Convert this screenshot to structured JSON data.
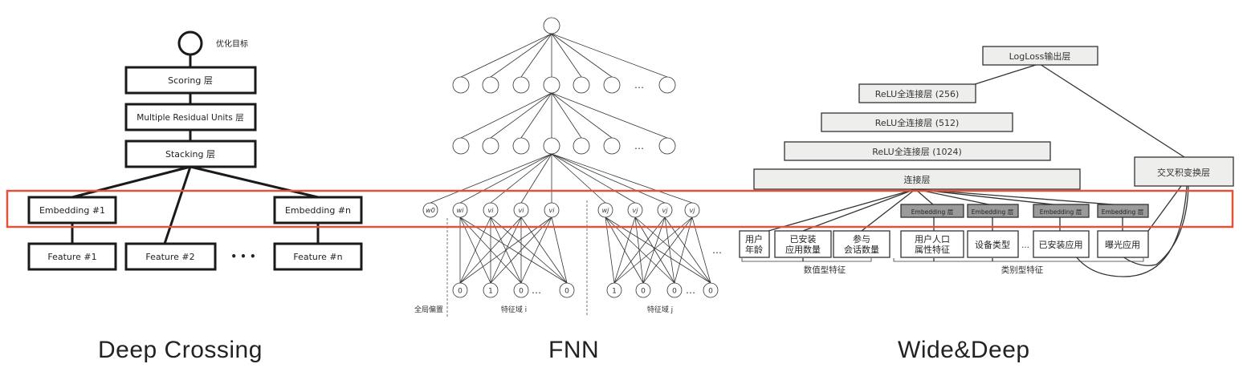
{
  "deep_crossing": {
    "title": "Deep Crossing",
    "objective": "优化目标",
    "scoring": "Scoring 层",
    "residual": "Multiple Residual Units 层",
    "stacking": "Stacking 层",
    "embedding_1": "Embedding #1",
    "embedding_n": "Embedding #n",
    "feature_1": "Feature #1",
    "feature_2": "Feature #2",
    "feature_n": "Feature #n",
    "ellipsis": "• • •"
  },
  "fnn": {
    "title": "FNN",
    "ellipsis": "…",
    "w0": "w0",
    "wi": "wi",
    "wj": "wj",
    "vi": "vi",
    "vj": "vj",
    "inputs_i": [
      "0",
      "1",
      "0",
      "0"
    ],
    "inputs_j": [
      "1",
      "0",
      "0",
      "0"
    ],
    "global_bias": "全局偏置",
    "field_i": "特征域 i",
    "field_j": "特征域 j"
  },
  "wide_deep": {
    "title": "Wide&Deep",
    "logloss": "LogLoss输出层",
    "relu256": "ReLU全连接层 (256)",
    "relu512": "ReLU全连接层 (512)",
    "relu1024": "ReLU全连接层 (1024)",
    "concat": "连接层",
    "cross": "交叉积变换层",
    "embedding": "Embedding 层",
    "features": [
      "用户\n年龄",
      "已安装\n应用数量",
      "参与\n会话数量",
      "用户人口\n属性特征",
      "设备类型",
      "已安装应用",
      "曝光应用"
    ],
    "ellipsis": "…",
    "numeric_label": "数值型特征",
    "categorical_label": "类别型特征"
  },
  "colors": {
    "highlight": "#e0533a",
    "box_fill": "#eeeeec",
    "emb_fill": "#9a9a9a",
    "stroke": "#222222"
  }
}
